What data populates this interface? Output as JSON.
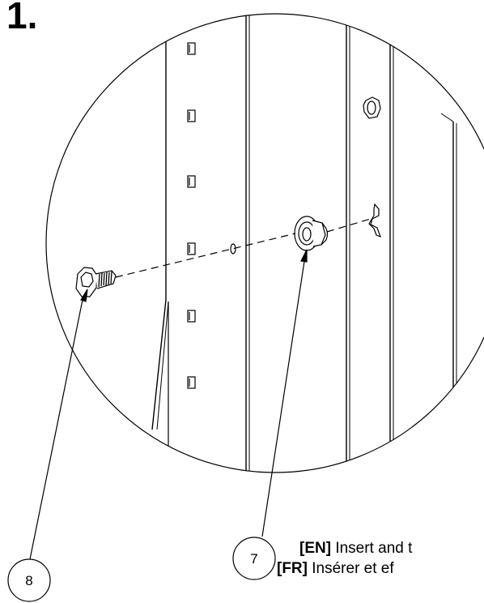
{
  "step": {
    "number": "1."
  },
  "callouts": [
    {
      "id": "8",
      "label": "8"
    },
    {
      "id": "7",
      "label": "7"
    }
  ],
  "caption": {
    "en": {
      "tag": "[EN]",
      "text": " Insert and t"
    },
    "fr": {
      "tag": "[FR]",
      "text": " Insérer et ef"
    }
  },
  "colors": {
    "line": "#000000",
    "background": "#ffffff"
  }
}
